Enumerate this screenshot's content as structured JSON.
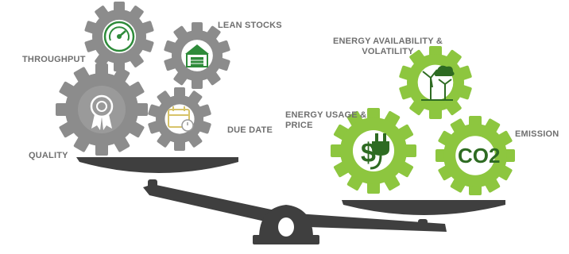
{
  "labels": {
    "throughput": "THROUGHPUT",
    "lean_stocks": "LEAN STOCKS",
    "quality": "QUALITY",
    "due_date": "DUE DATE",
    "energy_availability_line1": "ENERGY AVAILABILITY &",
    "energy_availability_line2": "VOLATILITY",
    "energy_usage_line1": "ENERGY USAGE &",
    "energy_usage_line2": "PRICE",
    "emission": "EMISSION",
    "co2": "CO2"
  },
  "icons": {
    "throughput": "speedometer-icon",
    "lean_stocks": "warehouse-icon",
    "quality": "award-ribbon-icon",
    "due_date": "calendar-clock-icon",
    "energy_availability": "wind-turbine-cloud-icon",
    "energy_usage": "dollar-plug-icon",
    "emission": "co2-icon"
  },
  "colors": {
    "gear_gray": "#8c8c8c",
    "gear_green": "#8dc63f",
    "scale_dark": "#3f3f3f",
    "label_gray": "#6f6f6f"
  }
}
